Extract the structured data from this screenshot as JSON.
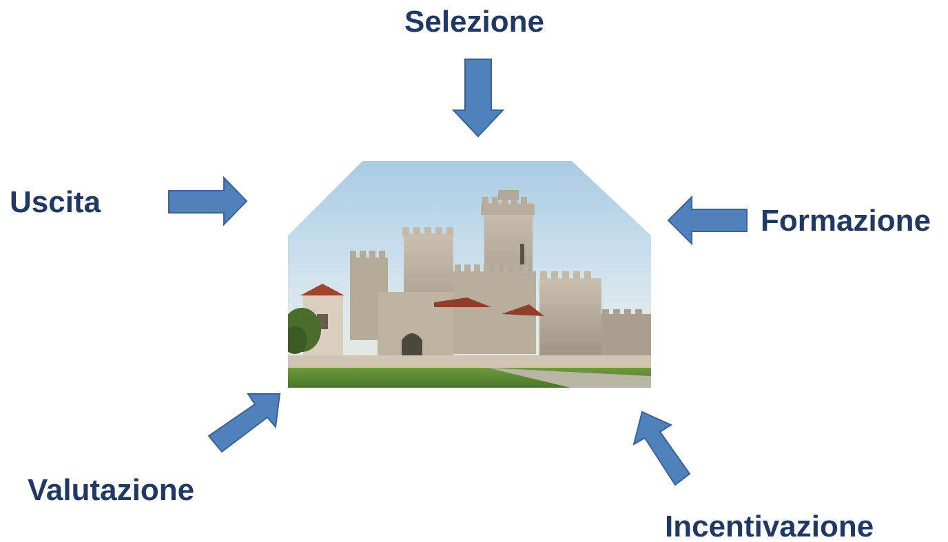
{
  "labels": {
    "top": "Selezione",
    "left": "Uscita",
    "right": "Formazione",
    "bottom_left": "Valutazione",
    "bottom_right": "Incentivazione"
  },
  "colors": {
    "arrow_fill": "#4f81bd",
    "arrow_stroke": "#3a6395",
    "label_text": "#1f3864"
  },
  "image": {
    "subject": "castle-photo"
  }
}
